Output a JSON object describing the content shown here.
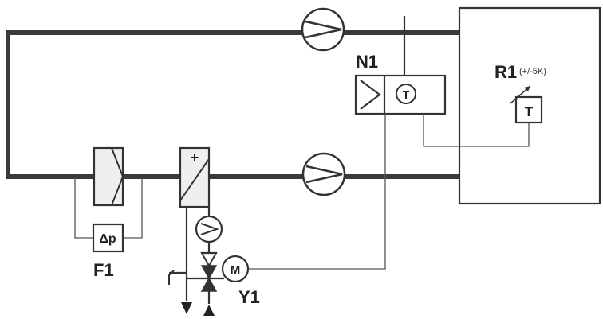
{
  "labels": {
    "n1": "N1",
    "r1": "R1",
    "r1_range": "(+/-5K)",
    "f1": "F1",
    "y1": "Y1"
  },
  "symbols": {
    "temperature_sensor": "T",
    "thermostat": "T",
    "differential_pressure": "Δp",
    "motor": "M",
    "heater_plus": "+"
  },
  "colors": {
    "line": "#3a3a3a",
    "background": "#ffffff"
  }
}
